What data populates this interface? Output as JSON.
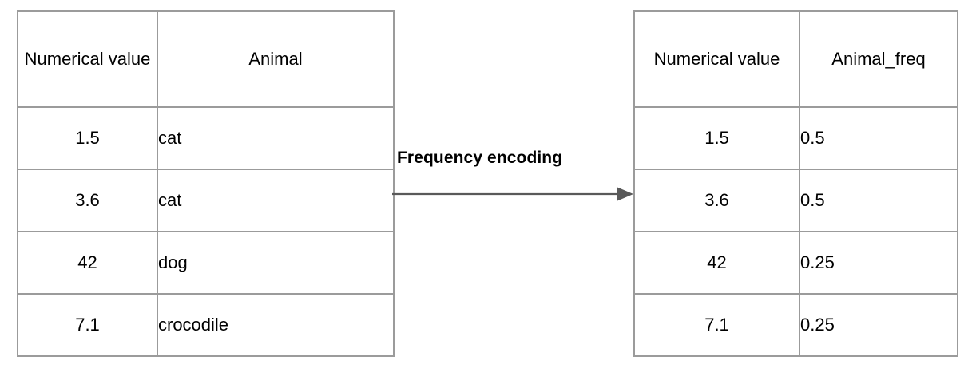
{
  "diagram": {
    "type": "table-transformation",
    "title": "Frequency encoding",
    "source_table": {
      "name": "original-table",
      "columns": [
        "Numerical value",
        "Animal"
      ],
      "column_aligns": [
        "center",
        "left"
      ],
      "rows": [
        [
          "1.5",
          "cat"
        ],
        [
          "3.6",
          "cat"
        ],
        [
          "42",
          "dog"
        ],
        [
          "7.1",
          "crocodile"
        ]
      ]
    },
    "result_table": {
      "name": "encoded-table",
      "columns": [
        "Numerical value",
        "Animal_freq"
      ],
      "column_aligns": [
        "center",
        "left"
      ],
      "rows": [
        [
          "1.5",
          "0.5"
        ],
        [
          "3.6",
          "0.5"
        ],
        [
          "42",
          "0.25"
        ],
        [
          "7.1",
          "0.25"
        ]
      ]
    },
    "arrow": {
      "label": "Frequency encoding",
      "direction": "right",
      "color": "#595959"
    },
    "colors": {
      "border": "#9b9b9b",
      "text": "#000000",
      "background": "#ffffff",
      "arrow": "#595959"
    }
  }
}
